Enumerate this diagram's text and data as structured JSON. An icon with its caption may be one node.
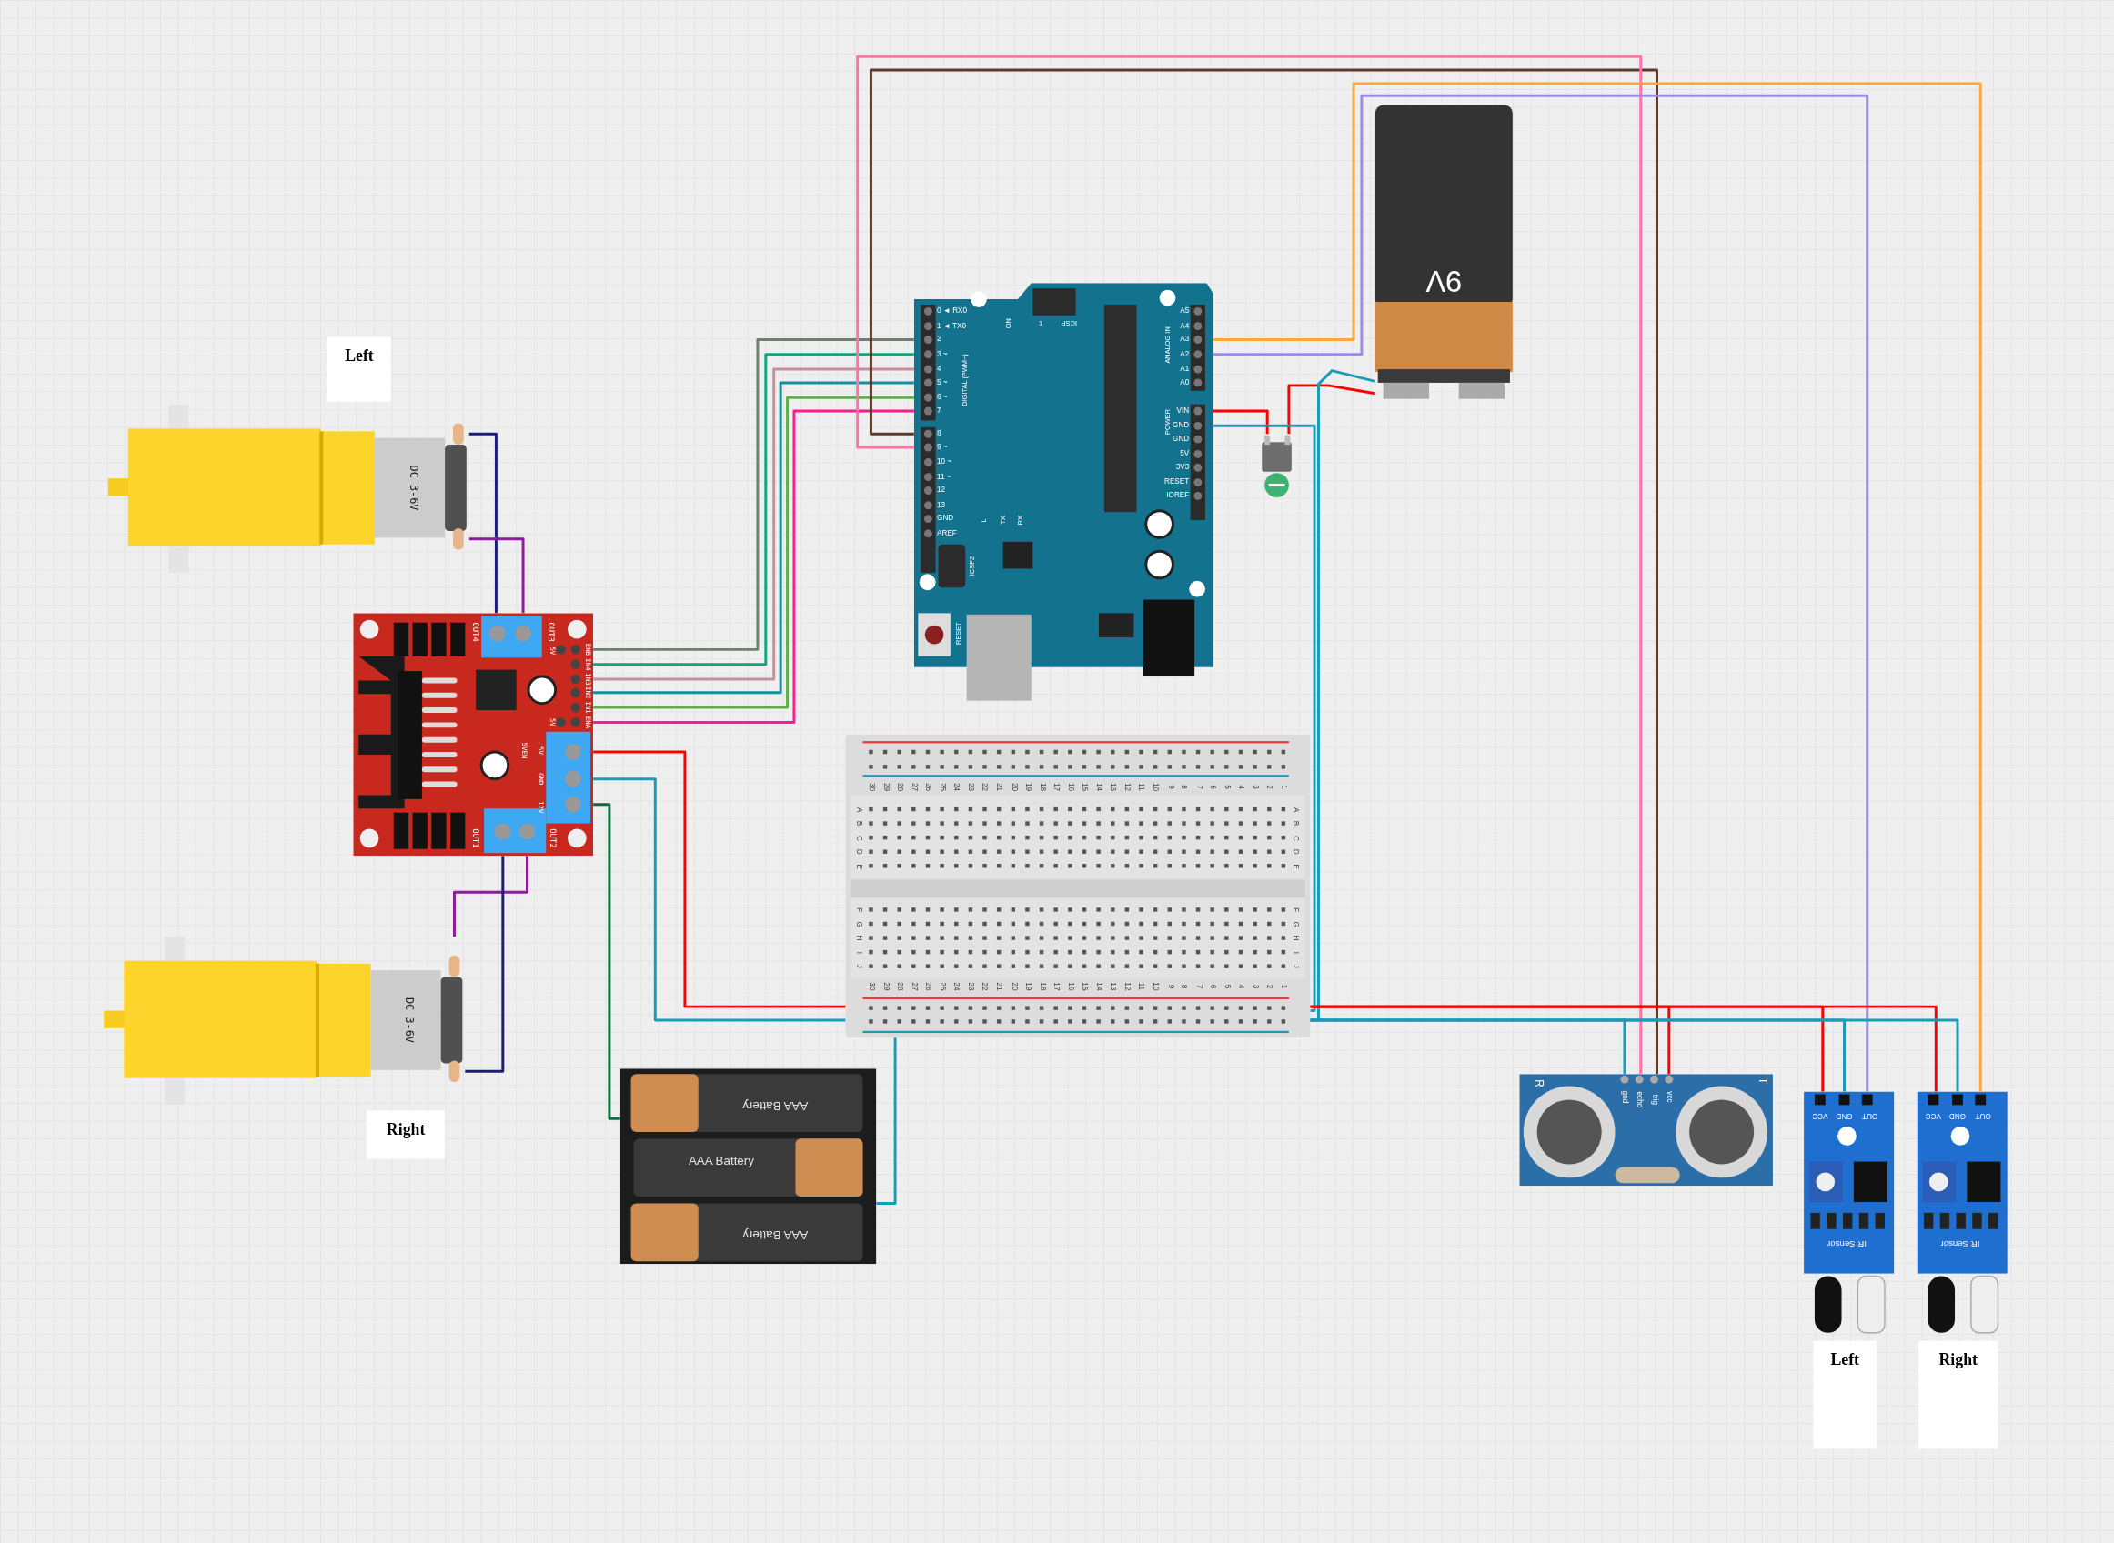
{
  "diagram": {
    "nodes": [
      {
        "text": [
          "9V"
        ]
      },
      {
        "text": [
          "DC 3-6V"
        ],
        "beside": [
          "Left"
        ]
      },
      {
        "text": [
          "0 ◄ RX0",
          "1 ◄ TX0",
          "2",
          "3 ~",
          "4",
          "5 ~",
          "6 ~",
          "7",
          "8",
          "9 ~",
          "10 ~",
          "11 ~",
          "12",
          "13",
          "GND",
          "AREF",
          "DIGITAL (PWM~)",
          "ON",
          "ICSP",
          "1",
          "L",
          "TX",
          "RX",
          "ICSP2",
          "RESET",
          "ANALOG IN",
          "A5",
          "A4",
          "A3",
          "A2",
          "A1",
          "A0",
          "POWER",
          "VIN",
          "GND",
          "GND",
          "5V",
          "3V3",
          "RESET",
          "IOREF"
        ]
      },
      {
        "text": [],
        "shape": "switch"
      },
      {
        "text": [
          "OUT4",
          "OUT3",
          "5V",
          "ENB",
          "IN4",
          "IN3",
          "IN2",
          "IN1",
          "ENA",
          "5V",
          "5VEN",
          "5V",
          "GND",
          "12V",
          "OUT1",
          "OUT2"
        ]
      },
      {
        "text": [
          "30",
          "29",
          "28",
          "27",
          "26",
          "25",
          "24",
          "23",
          "22",
          "21",
          "20",
          "19",
          "18",
          "17",
          "16",
          "15",
          "14",
          "13",
          "12",
          "11",
          "10",
          "9",
          "8",
          "7",
          "6",
          "5",
          "4",
          "3",
          "2",
          "1",
          "A",
          "A",
          "B",
          "B",
          "C",
          "C",
          "D",
          "D",
          "E",
          "E",
          "F",
          "F",
          "G",
          "G",
          "H",
          "H",
          "I",
          "I",
          "J",
          "J",
          "30",
          "29",
          "28",
          "27",
          "26",
          "25",
          "24",
          "23",
          "22",
          "21",
          "20",
          "19",
          "18",
          "17",
          "16",
          "15",
          "14",
          "13",
          "12",
          "11",
          "10",
          "9",
          "8",
          "7",
          "6",
          "5",
          "4",
          "3",
          "2",
          "1"
        ]
      },
      {
        "text": [
          "DC 3-6V"
        ],
        "beside": [
          "Right"
        ]
      },
      {
        "text": [
          "AAA Battery",
          "AAA Battery",
          "AAA Battery"
        ]
      },
      {
        "text": [
          "gnd",
          "echo",
          "trig",
          "vcc",
          "R",
          "T"
        ]
      },
      {
        "text": [
          "VCC",
          "GND",
          "OUT",
          "IR Sensor"
        ],
        "beside": [
          "Left"
        ]
      },
      {
        "text": [
          "VCC",
          "GND",
          "OUT",
          "IR Sensor"
        ],
        "beside": [
          "Right"
        ]
      }
    ],
    "edges": [
      {
        "from": 1,
        "to": 4,
        "arrow": "none",
        "color": "#1c1c7c"
      },
      {
        "from": 1,
        "to": 4,
        "arrow": "none",
        "color": "#8e1b9e"
      },
      {
        "from": 4,
        "to": 6,
        "arrow": "none",
        "color": "#8e1b9e"
      },
      {
        "from": 4,
        "to": 6,
        "arrow": "none",
        "color": "#1c1c7c"
      },
      {
        "from": 4,
        "to": 2,
        "arrow": "none",
        "color": "#6e806c"
      },
      {
        "from": 4,
        "to": 2,
        "arrow": "none",
        "color": "#12a47e"
      },
      {
        "from": 4,
        "to": 2,
        "arrow": "none",
        "color": "#c4909e"
      },
      {
        "from": 4,
        "to": 2,
        "arrow": "none",
        "color": "#14909e"
      },
      {
        "from": 4,
        "to": 2,
        "arrow": "none",
        "color": "#5eb04a"
      },
      {
        "from": 4,
        "to": 2,
        "arrow": "none",
        "color": "#ff1d8e"
      },
      {
        "from": 2,
        "to": 8,
        "arrow": "none",
        "color": "#5a3b30"
      },
      {
        "from": 2,
        "to": 8,
        "arrow": "none",
        "color": "#ff73a8"
      },
      {
        "from": 2,
        "to": 10,
        "arrow": "none",
        "color": "#ffa53c"
      },
      {
        "from": 2,
        "to": 9,
        "arrow": "none",
        "color": "#9c8ce8"
      },
      {
        "from": 2,
        "to": 3,
        "arrow": "none",
        "color": "#ff0000"
      },
      {
        "from": 3,
        "to": 0,
        "arrow": "none",
        "color": "#ff0000"
      },
      {
        "from": 0,
        "to": 5,
        "arrow": "none",
        "color": "#1a9cb6"
      },
      {
        "from": 2,
        "to": 5,
        "arrow": "none",
        "color": "#1a9cb6"
      },
      {
        "from": 4,
        "to": 5,
        "arrow": "none",
        "color": "#ff0000"
      },
      {
        "from": 4,
        "to": 5,
        "arrow": "none",
        "color": "#1a9cb6"
      },
      {
        "from": 4,
        "to": 7,
        "arrow": "none",
        "color": "#0c6b3c"
      },
      {
        "from": 7,
        "to": 5,
        "arrow": "none",
        "color": "#1a9cb6"
      },
      {
        "from": 5,
        "to": 8,
        "arrow": "none",
        "color": "#ff0000"
      },
      {
        "from": 5,
        "to": 8,
        "arrow": "none",
        "color": "#1a9cb6"
      },
      {
        "from": 5,
        "to": 9,
        "arrow": "none",
        "color": "#ff0000"
      },
      {
        "from": 5,
        "to": 9,
        "arrow": "none",
        "color": "#1a9cb6"
      },
      {
        "from": 5,
        "to": 10,
        "arrow": "none",
        "color": "#ff0000"
      },
      {
        "from": 5,
        "to": 10,
        "arrow": "none",
        "color": "#1a9cb6"
      }
    ]
  }
}
